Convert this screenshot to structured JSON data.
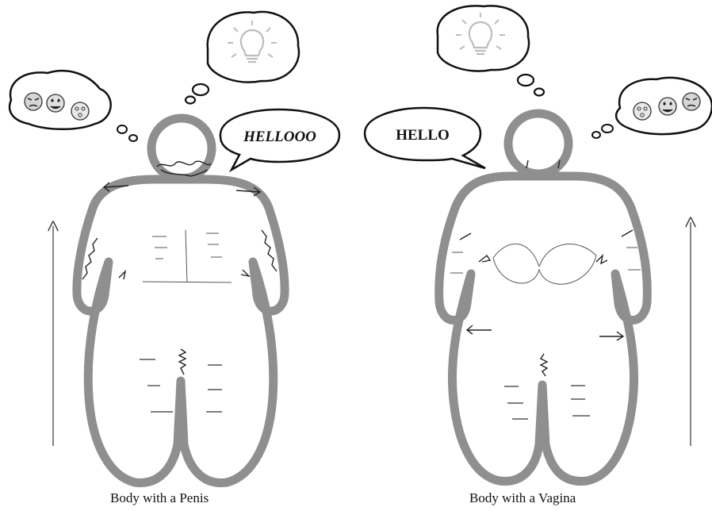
{
  "colors": {
    "body_outline": "#8f8f8f",
    "ink": "#111111",
    "bulb": "#bdbdbd",
    "emoji_face": "#dcdcdc"
  },
  "figures": [
    {
      "label": "Body with a Penis",
      "speech": "HELLOOO",
      "speech_style": "italic",
      "emojis": [
        "angry-face",
        "heart-eyes-face",
        "dizzy-face"
      ],
      "thought_icon": "lightbulb-icon"
    },
    {
      "label": "Body with a Vagina",
      "speech": "HELLO",
      "speech_style": "normal",
      "emojis": [
        "dizzy-face",
        "heart-eyes-face",
        "angry-face"
      ],
      "thought_icon": "lightbulb-icon"
    }
  ]
}
